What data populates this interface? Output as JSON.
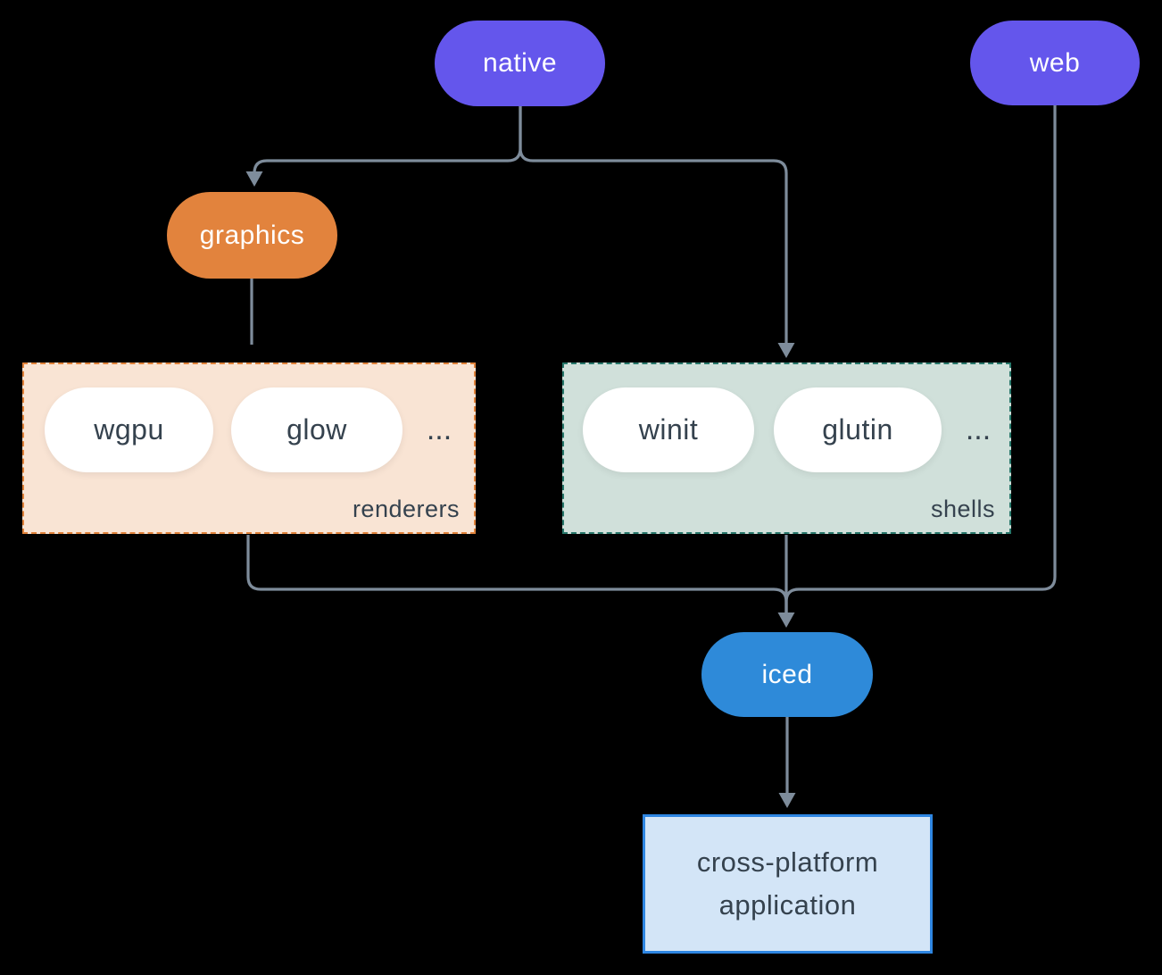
{
  "colors": {
    "background": "#000000",
    "purple": "#6456ec",
    "orange": "#e2833d",
    "blue": "#2e8ad9",
    "line": "#7e8c9b",
    "renderers-fill": "#f9e4d4",
    "renderers-border": "#e0823a",
    "shells-fill": "#d0e0da",
    "shells-border": "#27776a",
    "app-fill": "#d3e5f7",
    "app-border": "#2e86e2",
    "pill-text-dark": "#35424e",
    "pill-text-light": "#ffffff"
  },
  "diagram": {
    "nodes": {
      "native": {
        "label": "native"
      },
      "web": {
        "label": "web"
      },
      "graphics": {
        "label": "graphics"
      },
      "iced": {
        "label": "iced"
      },
      "application": {
        "label": "cross-platform application"
      }
    },
    "groups": {
      "renderers": {
        "label": "renderers",
        "items": [
          "wgpu",
          "glow"
        ],
        "ellipsis": "..."
      },
      "shells": {
        "label": "shells",
        "items": [
          "winit",
          "glutin"
        ],
        "ellipsis": "..."
      }
    }
  }
}
